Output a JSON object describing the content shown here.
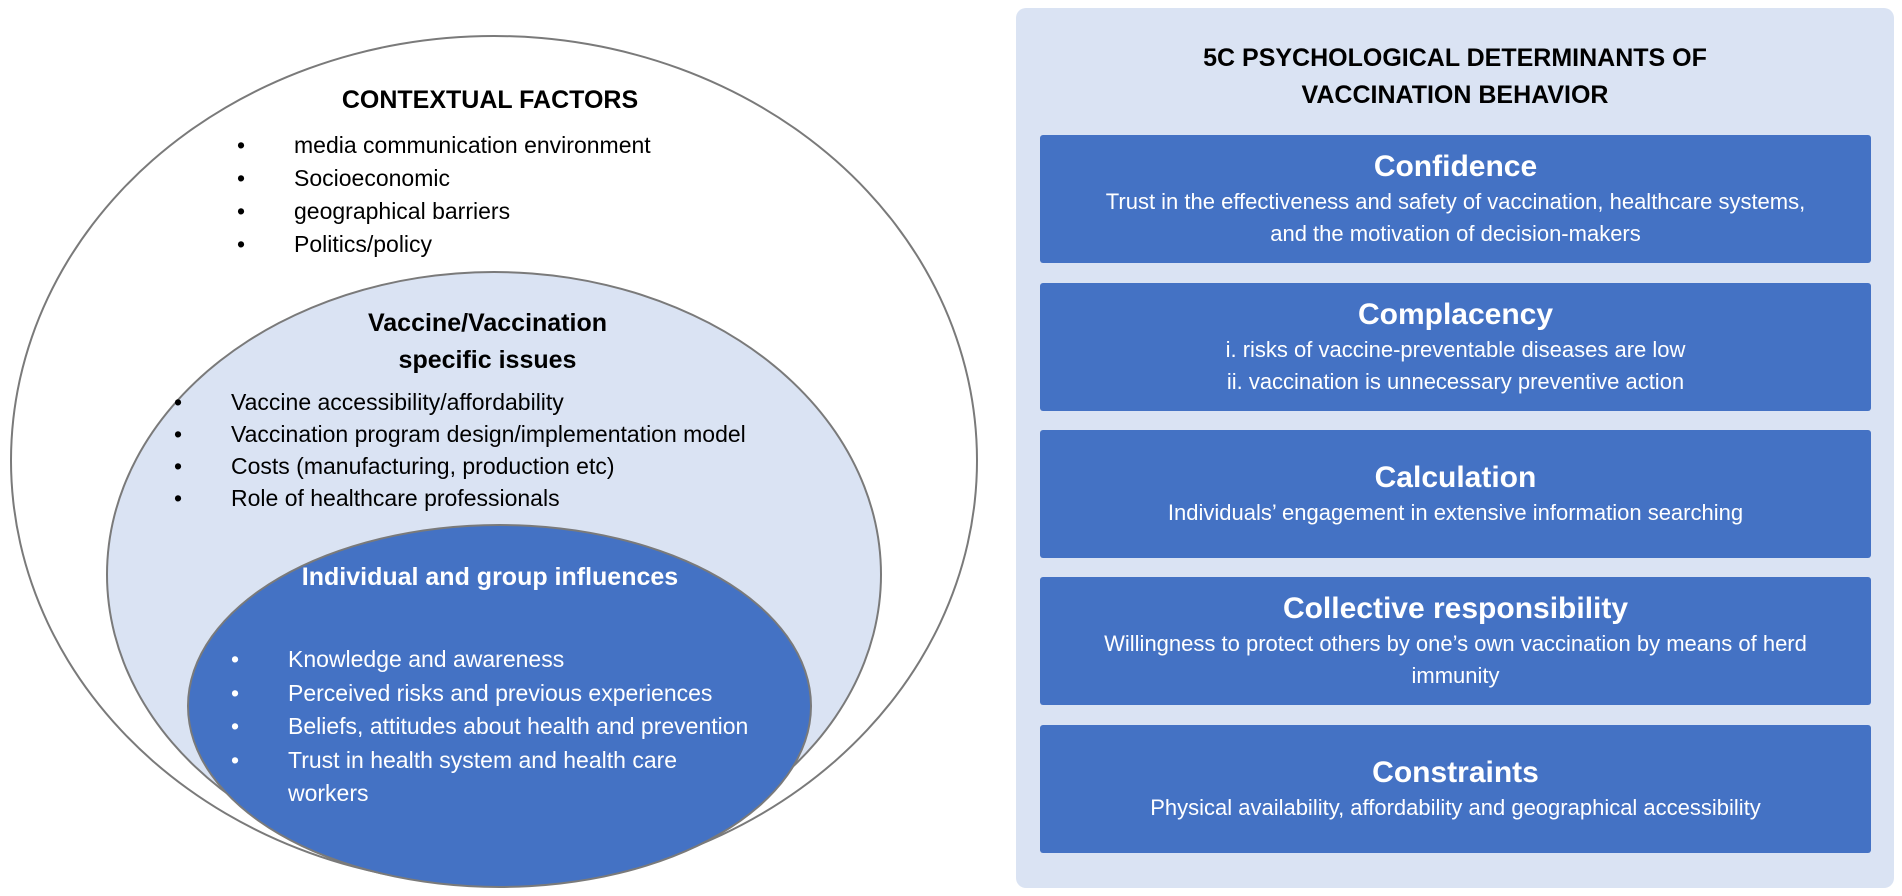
{
  "contextual": {
    "title": "CONTEXTUAL FACTORS",
    "items": [
      "media communication environment",
      "Socioeconomic",
      "geographical barriers",
      "Politics/policy"
    ]
  },
  "vaccine": {
    "title_line1": "Vaccine/Vaccination",
    "title_line2": "specific issues",
    "items": [
      "Vaccine accessibility/affordability",
      "Vaccination program design/implementation model",
      "Costs (manufacturing, production etc)",
      "Role of healthcare professionals"
    ]
  },
  "individual": {
    "title": "Individual and group influences",
    "items": [
      "Knowledge and awareness",
      "Perceived risks and previous experiences",
      "Beliefs, attitudes about health and prevention",
      "Trust in health system and health care workers"
    ]
  },
  "determinants": {
    "title_line1": "5C PSYCHOLOGICAL DETERMINANTS OF",
    "title_line2": "VACCINATION BEHAVIOR",
    "cards": [
      {
        "title": "Confidence",
        "lines": [
          "Trust in the effectiveness and safety of vaccination, healthcare systems,",
          "and the motivation of decision-makers"
        ]
      },
      {
        "title": "Complacency",
        "lines": [
          "i. risks of vaccine-preventable diseases are low",
          "ii. vaccination is unnecessary preventive action"
        ]
      },
      {
        "title": "Calculation",
        "lines": [
          "Individuals’ engagement in extensive information searching"
        ]
      },
      {
        "title": "Collective responsibility",
        "lines": [
          "Willingness to protect others by one’s own vaccination by means of herd",
          "immunity"
        ]
      },
      {
        "title": "Constraints",
        "lines": [
          "Physical availability, affordability and geographical accessibility"
        ]
      }
    ]
  },
  "colors": {
    "outer_fill": "#ffffff",
    "middle_fill": "#dae3f3",
    "inner_fill": "#4472c4",
    "panel_fill": "#dae3f3",
    "card_fill": "#4472c4",
    "outline": "#7a7a7a"
  }
}
